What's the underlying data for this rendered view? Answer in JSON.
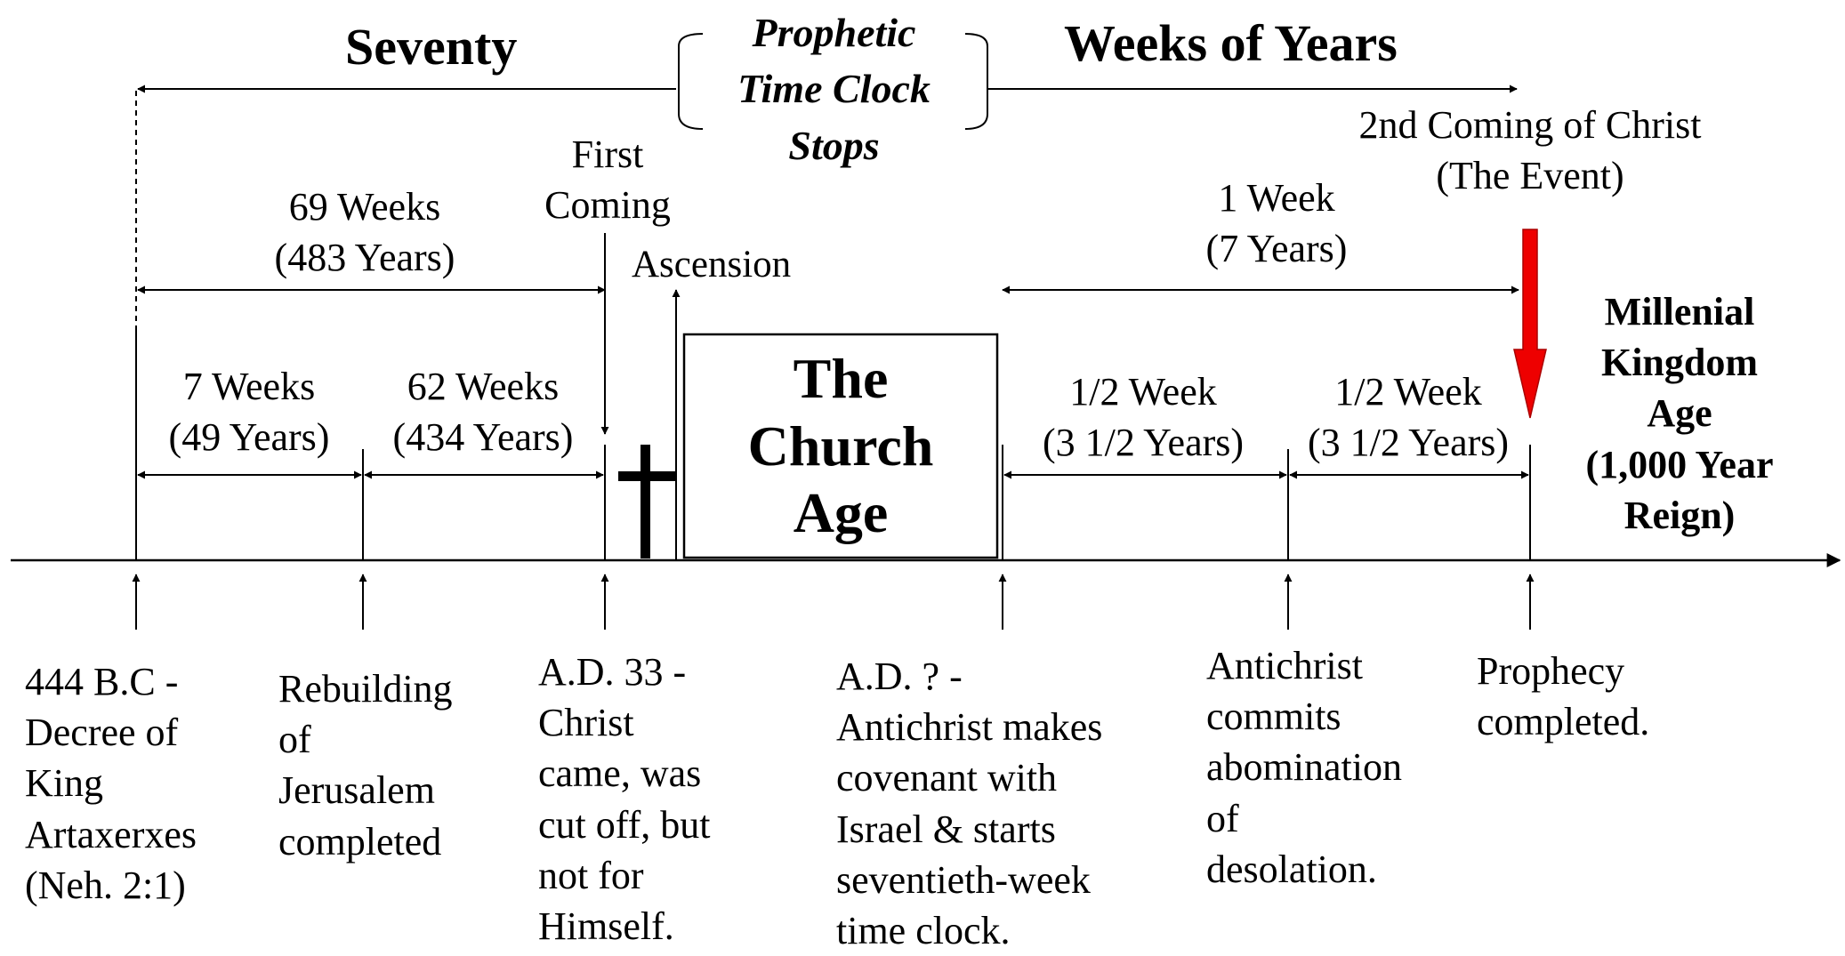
{
  "header": {
    "seventy": "Seventy",
    "weeks_of_years": "Weeks of Years",
    "prophetic_clock": [
      "Prophetic",
      "Time Clock",
      "Stops"
    ]
  },
  "top_labels": {
    "first_coming": [
      "First",
      "Coming"
    ],
    "ascension": "Ascension",
    "second_coming": [
      "2nd Coming of Christ",
      "(The Event)"
    ]
  },
  "spans": {
    "sixty_nine": [
      "69 Weeks",
      "(483 Years)"
    ],
    "one_week": [
      "1 Week",
      "(7 Years)"
    ],
    "seven_weeks": [
      "7 Weeks",
      "(49 Years)"
    ],
    "sixty_two_weeks": [
      "62 Weeks",
      "(434 Years)"
    ],
    "half_week_1": [
      "1/2 Week",
      "(3 1/2 Years)"
    ],
    "half_week_2": [
      "1/2 Week",
      "(3 1/2 Years)"
    ]
  },
  "church_age": [
    "The",
    "Church",
    "Age"
  ],
  "millennial": [
    "Millenial",
    "Kingdom",
    "Age",
    "(1,000 Year",
    "Reign)"
  ],
  "events": [
    "444 B.C -\nDecree of\nKing\nArtaxerxes\n(Neh. 2:1)",
    "Rebuilding\nof\nJerusalem\ncompleted",
    "A.D. 33 -\nChrist\ncame, was\ncut off, but\nnot for\nHimself.",
    "A.D. ? -\nAntichrist makes\ncovenant with\nIsrael & starts\nseventieth-week\ntime clock.",
    "Antichrist\ncommits\nabomination\nof\ndesolation.",
    "Prophecy\ncompleted."
  ],
  "colors": {
    "line": "#000000",
    "second_coming_arrow": "#ee0000",
    "background": "#ffffff"
  }
}
